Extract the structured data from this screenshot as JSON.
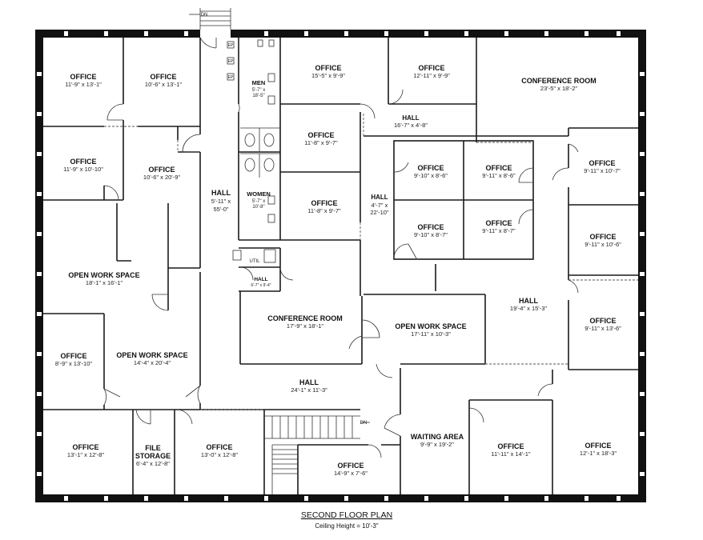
{
  "plan": {
    "title": "SECOND FLOOR PLAN",
    "subtitle": "Ceiling Height = 10'-3\"",
    "markers": {
      "dn_top": "DN",
      "dn_stair": "DN",
      "ep": "EP",
      "util": "UTIL"
    }
  },
  "rooms": [
    {
      "id": "office-a",
      "name": "OFFICE",
      "dim": "11'-9\" x 13'-1\""
    },
    {
      "id": "office-b",
      "name": "OFFICE",
      "dim": "10'-6\" x 13'-1\""
    },
    {
      "id": "office-c",
      "name": "OFFICE",
      "dim": "11'-9\" x 10'-10\""
    },
    {
      "id": "office-d",
      "name": "OFFICE",
      "dim": "10'-6\" x 20'-9\""
    },
    {
      "id": "open-1",
      "name": "OPEN WORK SPACE",
      "dim": "18'-1\" x 16'-1\""
    },
    {
      "id": "office-e",
      "name": "OFFICE",
      "dim": "8'-9\" x 13'-10\""
    },
    {
      "id": "open-2",
      "name": "OPEN WORK SPACE",
      "dim": "14'-4\" x 20'-4\""
    },
    {
      "id": "office-f",
      "name": "OFFICE",
      "dim": "13'-1\" x 12'-8\""
    },
    {
      "id": "file",
      "name": "FILE",
      "name2": "STORAGE",
      "dim": "6'-4\" x 12'-8\""
    },
    {
      "id": "office-g",
      "name": "OFFICE",
      "dim": "13'-0\" x 12'-8\""
    },
    {
      "id": "hall-main",
      "name": "HALL",
      "dim": "5'-11\" x",
      "dim2": "55'-0\""
    },
    {
      "id": "men",
      "name": "MEN",
      "dim": "5'-7\" x",
      "dim2": "18'-5\""
    },
    {
      "id": "women",
      "name": "WOMEN",
      "dim": "5'-7\" x",
      "dim2": "10'-8\""
    },
    {
      "id": "hall-small",
      "name": "HALL",
      "dim": "6'-7\" x 9'-4\""
    },
    {
      "id": "office-h",
      "name": "OFFICE",
      "dim": "15'-5\" x 9'-9\""
    },
    {
      "id": "office-i",
      "name": "OFFICE",
      "dim": "12'-11\" x 9'-9\""
    },
    {
      "id": "conf-1",
      "name": "CONFERENCE ROOM",
      "dim": "23'-5\" x 18'-2\""
    },
    {
      "id": "office-j",
      "name": "OFFICE",
      "dim": "11'-8\" x 9'-7\""
    },
    {
      "id": "office-k",
      "name": "OFFICE",
      "dim": "11'-8\" x 9'-7\""
    },
    {
      "id": "hall-upper",
      "name": "HALL",
      "dim": "16'-7\" x 4'-8\""
    },
    {
      "id": "hall-vert",
      "name": "HALL",
      "dim": "4'-7\" x",
      "dim2": "22'-10\""
    },
    {
      "id": "office-l",
      "name": "OFFICE",
      "dim": "9'-10\" x 8'-6\""
    },
    {
      "id": "office-m",
      "name": "OFFICE",
      "dim": "9'-11\" x 8'-6\""
    },
    {
      "id": "office-n",
      "name": "OFFICE",
      "dim": "9'-10\" x 8'-7\""
    },
    {
      "id": "office-o",
      "name": "OFFICE",
      "dim": "9'-11\" x 8'-7\""
    },
    {
      "id": "office-p",
      "name": "OFFICE",
      "dim": "9'-11\" x 10'-7\""
    },
    {
      "id": "office-q",
      "name": "OFFICE",
      "dim": "9'-11\" x 10'-6\""
    },
    {
      "id": "hall-right",
      "name": "HALL",
      "dim": "19'-4\" x 15'-3\""
    },
    {
      "id": "office-r",
      "name": "OFFICE",
      "dim": "9'-11\" x 13'-6\""
    },
    {
      "id": "conf-2",
      "name": "CONFERENCE ROOM",
      "dim": "17'-9\" x 18'-1\""
    },
    {
      "id": "open-3",
      "name": "OPEN WORK SPACE",
      "dim": "17'-11\" x 10'-3\""
    },
    {
      "id": "hall-lower",
      "name": "HALL",
      "dim": "24'-1\" x 11'-3\""
    },
    {
      "id": "waiting",
      "name": "WAITING AREA",
      "dim": "9'-9\" x 19'-2\""
    },
    {
      "id": "office-s",
      "name": "OFFICE",
      "dim": "11'-11\" x 14'-1\""
    },
    {
      "id": "office-t",
      "name": "OFFICE",
      "dim": "12'-1\" x 18'-3\""
    },
    {
      "id": "office-u",
      "name": "OFFICE",
      "dim": "14'-9\" x 7'-6\""
    }
  ]
}
